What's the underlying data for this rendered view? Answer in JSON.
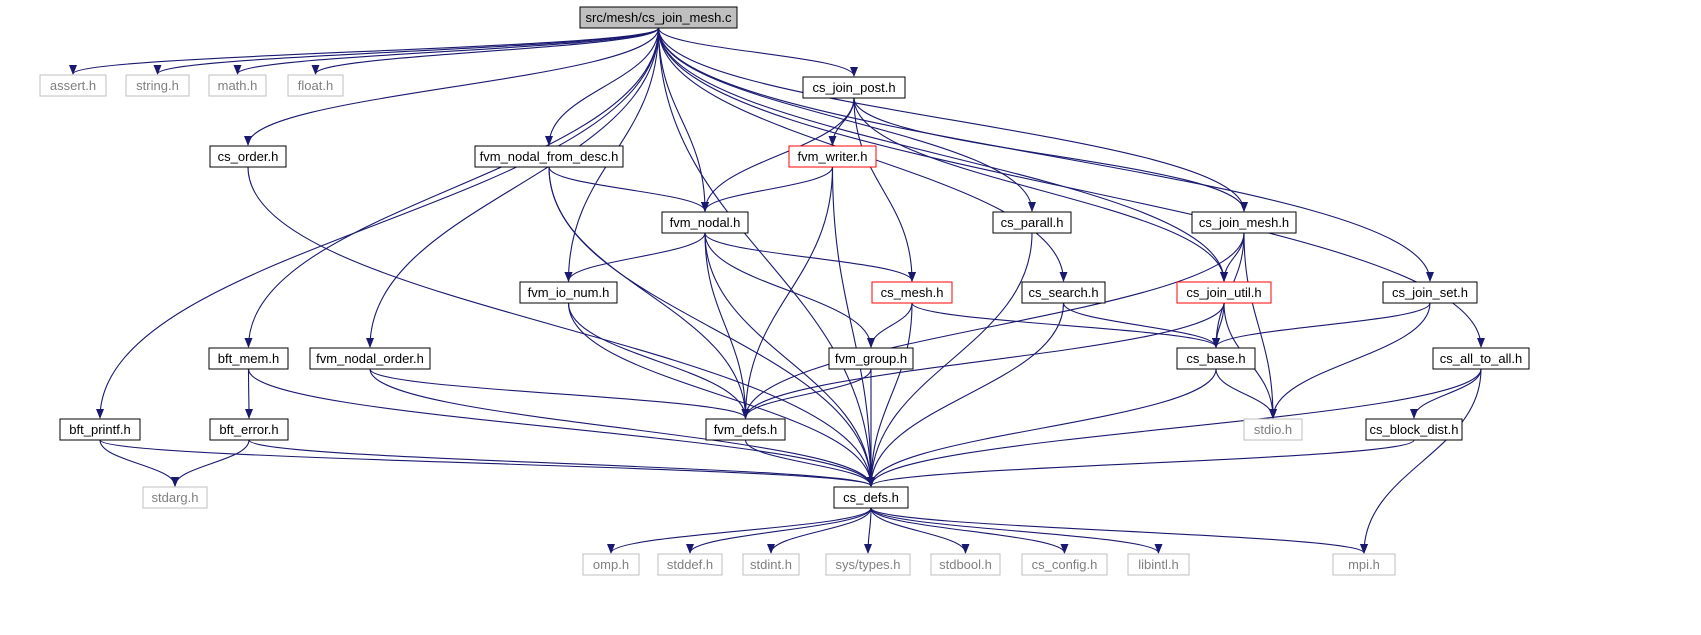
{
  "diagram": {
    "nodes": [
      {
        "id": "root",
        "label": "src/mesh/cs_join_mesh.c",
        "style": "root"
      },
      {
        "id": "assert",
        "label": "assert.h",
        "style": "ext"
      },
      {
        "id": "string",
        "label": "string.h",
        "style": "ext"
      },
      {
        "id": "math",
        "label": "math.h",
        "style": "ext"
      },
      {
        "id": "float",
        "label": "float.h",
        "style": "ext"
      },
      {
        "id": "join_post",
        "label": "cs_join_post.h",
        "style": "normal"
      },
      {
        "id": "order",
        "label": "cs_order.h",
        "style": "normal"
      },
      {
        "id": "fnfd",
        "label": "fvm_nodal_from_desc.h",
        "style": "normal"
      },
      {
        "id": "fwriter",
        "label": "fvm_writer.h",
        "style": "red"
      },
      {
        "id": "fnodal",
        "label": "fvm_nodal.h",
        "style": "normal"
      },
      {
        "id": "parall",
        "label": "cs_parall.h",
        "style": "normal"
      },
      {
        "id": "join_mesh",
        "label": "cs_join_mesh.h",
        "style": "normal"
      },
      {
        "id": "fionum",
        "label": "fvm_io_num.h",
        "style": "normal"
      },
      {
        "id": "mesh",
        "label": "cs_mesh.h",
        "style": "red"
      },
      {
        "id": "search",
        "label": "cs_search.h",
        "style": "normal"
      },
      {
        "id": "join_util",
        "label": "cs_join_util.h",
        "style": "red"
      },
      {
        "id": "join_set",
        "label": "cs_join_set.h",
        "style": "normal"
      },
      {
        "id": "bft_mem",
        "label": "bft_mem.h",
        "style": "normal"
      },
      {
        "id": "fno",
        "label": "fvm_nodal_order.h",
        "style": "normal"
      },
      {
        "id": "fgroup",
        "label": "fvm_group.h",
        "style": "normal"
      },
      {
        "id": "base",
        "label": "cs_base.h",
        "style": "normal"
      },
      {
        "id": "alltoall",
        "label": "cs_all_to_all.h",
        "style": "normal"
      },
      {
        "id": "bft_printf",
        "label": "bft_printf.h",
        "style": "normal"
      },
      {
        "id": "bft_error",
        "label": "bft_error.h",
        "style": "normal"
      },
      {
        "id": "fdefs",
        "label": "fvm_defs.h",
        "style": "normal"
      },
      {
        "id": "stdio",
        "label": "stdio.h",
        "style": "ext"
      },
      {
        "id": "blockdist",
        "label": "cs_block_dist.h",
        "style": "normal"
      },
      {
        "id": "stdarg",
        "label": "stdarg.h",
        "style": "ext"
      },
      {
        "id": "csdefs",
        "label": "cs_defs.h",
        "style": "normal"
      },
      {
        "id": "omp",
        "label": "omp.h",
        "style": "ext"
      },
      {
        "id": "stddef",
        "label": "stddef.h",
        "style": "ext"
      },
      {
        "id": "stdint",
        "label": "stdint.h",
        "style": "ext"
      },
      {
        "id": "systypes",
        "label": "sys/types.h",
        "style": "ext"
      },
      {
        "id": "stdbool",
        "label": "stdbool.h",
        "style": "ext"
      },
      {
        "id": "csconfig",
        "label": "cs_config.h",
        "style": "ext"
      },
      {
        "id": "libintl",
        "label": "libintl.h",
        "style": "ext"
      },
      {
        "id": "mpi",
        "label": "mpi.h",
        "style": "ext"
      }
    ],
    "edges": [
      [
        "root",
        "assert"
      ],
      [
        "root",
        "string"
      ],
      [
        "root",
        "math"
      ],
      [
        "root",
        "float"
      ],
      [
        "root",
        "join_post"
      ],
      [
        "root",
        "order"
      ],
      [
        "root",
        "fnfd"
      ],
      [
        "root",
        "fnodal"
      ],
      [
        "root",
        "parall"
      ],
      [
        "root",
        "join_mesh"
      ],
      [
        "root",
        "fionum"
      ],
      [
        "root",
        "search"
      ],
      [
        "root",
        "join_util"
      ],
      [
        "root",
        "join_set"
      ],
      [
        "root",
        "bft_mem"
      ],
      [
        "root",
        "fno"
      ],
      [
        "root",
        "alltoall"
      ],
      [
        "root",
        "bft_printf"
      ],
      [
        "root",
        "csdefs"
      ],
      [
        "join_post",
        "fwriter"
      ],
      [
        "join_post",
        "fnodal"
      ],
      [
        "join_post",
        "mesh"
      ],
      [
        "join_post",
        "join_mesh"
      ],
      [
        "join_post",
        "join_util"
      ],
      [
        "order",
        "csdefs"
      ],
      [
        "fnfd",
        "fnodal"
      ],
      [
        "fnfd",
        "fdefs"
      ],
      [
        "fnfd",
        "csdefs"
      ],
      [
        "fwriter",
        "fnodal"
      ],
      [
        "fwriter",
        "fdefs"
      ],
      [
        "fwriter",
        "csdefs"
      ],
      [
        "fnodal",
        "fionum"
      ],
      [
        "fnodal",
        "mesh"
      ],
      [
        "fnodal",
        "fgroup"
      ],
      [
        "fnodal",
        "fdefs"
      ],
      [
        "fnodal",
        "csdefs"
      ],
      [
        "parall",
        "csdefs"
      ],
      [
        "join_mesh",
        "fdefs"
      ],
      [
        "join_mesh",
        "join_util"
      ],
      [
        "join_mesh",
        "base"
      ],
      [
        "join_mesh",
        "stdio"
      ],
      [
        "fionum",
        "fdefs"
      ],
      [
        "fionum",
        "csdefs"
      ],
      [
        "mesh",
        "fgroup"
      ],
      [
        "mesh",
        "base"
      ],
      [
        "mesh",
        "csdefs"
      ],
      [
        "search",
        "base"
      ],
      [
        "search",
        "csdefs"
      ],
      [
        "join_util",
        "fdefs"
      ],
      [
        "join_util",
        "base"
      ],
      [
        "join_util",
        "stdio"
      ],
      [
        "join_set",
        "base"
      ],
      [
        "join_set",
        "stdio"
      ],
      [
        "bft_mem",
        "bft_error"
      ],
      [
        "bft_mem",
        "csdefs"
      ],
      [
        "fno",
        "fdefs"
      ],
      [
        "fno",
        "csdefs"
      ],
      [
        "fgroup",
        "fdefs"
      ],
      [
        "fgroup",
        "csdefs"
      ],
      [
        "base",
        "stdio"
      ],
      [
        "base",
        "csdefs"
      ],
      [
        "alltoall",
        "blockdist"
      ],
      [
        "alltoall",
        "csdefs"
      ],
      [
        "alltoall",
        "mpi"
      ],
      [
        "bft_printf",
        "stdarg"
      ],
      [
        "bft_printf",
        "csdefs"
      ],
      [
        "bft_error",
        "stdarg"
      ],
      [
        "bft_error",
        "csdefs"
      ],
      [
        "fdefs",
        "csdefs"
      ],
      [
        "blockdist",
        "csdefs"
      ],
      [
        "csdefs",
        "omp"
      ],
      [
        "csdefs",
        "stddef"
      ],
      [
        "csdefs",
        "stdint"
      ],
      [
        "csdefs",
        "systypes"
      ],
      [
        "csdefs",
        "stdbool"
      ],
      [
        "csdefs",
        "csconfig"
      ],
      [
        "csdefs",
        "libintl"
      ],
      [
        "csdefs",
        "mpi"
      ]
    ],
    "colors": {
      "edge": "#191970",
      "node_border": "#000000",
      "root_fill": "#bfbfbf",
      "ext_border": "#bfbfbf",
      "red_border": "#ff0000",
      "ext_text": "#7f7f7f",
      "text": "#000000"
    }
  }
}
